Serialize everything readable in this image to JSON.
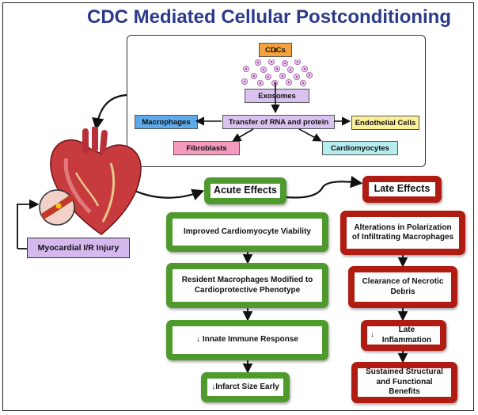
{
  "title": "CDC Mediated Cellular Postconditioning",
  "inset": {
    "cdcs": "CDCs",
    "exosomes": "Exosomes",
    "transfer": "Transfer of RNA and protein",
    "macrophages": "Macrophages",
    "endothelial": "Endothelial Cells",
    "fibroblasts": "Fibroblasts",
    "cardiomyocytes": "Cardiomyocytes"
  },
  "injury": "Myocardial I/R Injury",
  "acute": {
    "header": "Acute Effects",
    "items": [
      "Improved Cardiomyocyte Viability",
      "Resident Macrophages Modified to Cardioprotective Phenotype",
      "Innate Immune Response",
      "Infarct Size Early"
    ]
  },
  "late": {
    "header": "Late Effects",
    "items": [
      "Alterations in Polarization of Infiltrating Macrophages",
      "Clearance of Necrotic Debris",
      "Late Inflammation",
      "Sustained Structural and Functional Benefits"
    ]
  },
  "colors": {
    "title": "#2b3a8c",
    "acute_border": "#4f9a2c",
    "late_border": "#b01b12",
    "cdcs": "#f5a23c",
    "exosomes": "#d9c2f0",
    "transfer": "#d9c2f0",
    "macrophages": "#5da9ea",
    "endothelial": "#fbf09a",
    "fibroblasts": "#f59bbf",
    "cardiomyocytes": "#b6eef0"
  }
}
